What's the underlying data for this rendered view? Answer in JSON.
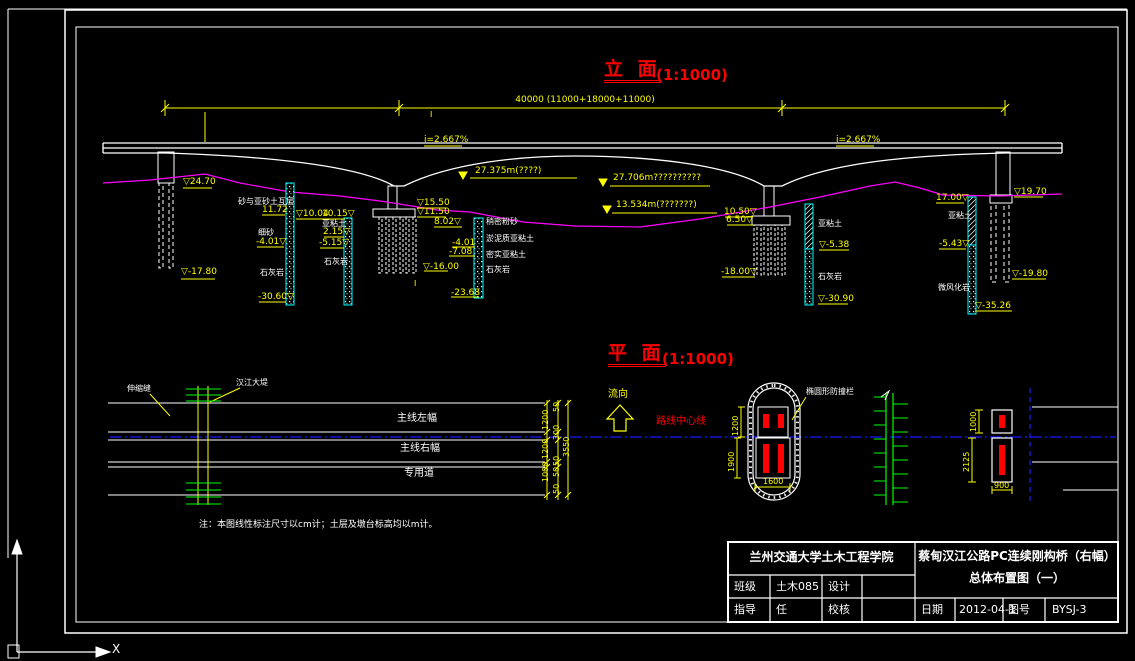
{
  "colors": {
    "background": "#000000",
    "line": "#ffffff",
    "dim": "#ffff00",
    "accent": "#ff0000",
    "terrain": "#ff00ff",
    "borehole": "#00ffff",
    "levee": "#00ff00",
    "centerline": "#1a1aff"
  },
  "elevation": {
    "title": "立 面",
    "scale": "(1:1000)",
    "overall_dim": "40000 (11000+18000+11000)",
    "slope_left": "i=2.667%",
    "slope_right": "i=2.667%",
    "section_mark_top": "Ⅰ",
    "section_mark_bottom": "Ⅰ",
    "water_level_1": "27.375m(????)",
    "water_level_2": "27.706m??????????",
    "water_level_3": "13.534m(???????)",
    "abutment_left_top": "▽24.70",
    "abutment_left_pile": "▽-17.80",
    "bh1_soil1": "砂与亚砂土互层",
    "bh1_elev1": "11.72",
    "bh1_elev2": "▽10.04",
    "bh1_elev3": "10.15▽",
    "bh1_soil2": "亚粘土",
    "bh1_elev4": "2.15▽",
    "bh1_soil3": "细砂",
    "bh1_elev5": "-4.01▽",
    "bh1_elev6": "-5.15▽",
    "bh1_soil4": "石灰岩",
    "bh1_soil5": "石灰岩",
    "bh1_elev7": "-30.60▽",
    "pier1_cap_top": "▽15.50",
    "pier1_cap_bot": "▽11.50",
    "bh2_elev1": "8.02▽",
    "bh2_soil1": "稍密粉砂",
    "bh2_soil2": "淤泥质亚粘土",
    "bh2_elev2": "-4.01",
    "bh2_elev3": "-7.08",
    "bh2_soil3": "密实亚粘土",
    "bh2_elev4": "▽-16.00",
    "bh2_soil4": "石灰岩",
    "bh2_elev5": "-23.68",
    "pier2_cap_top": "10.50▽",
    "pier2_cap_bot": "6.50▽",
    "pier2_pile": "-18.00▽",
    "bh3_soil1": "亚粘土",
    "bh3_elev1": "▽-5.38",
    "bh3_soil2": "石灰岩",
    "bh3_elev2": "▽-30.90",
    "bh4_top": "17.00▽",
    "bh4_soil1": "亚粘土",
    "bh4_elev1": "-5.43▽",
    "bh4_soil2": "微风化岩",
    "bh4_elev2": "▽-35.26",
    "abutment_right_top": "▽19.70",
    "abutment_right_pile": "▽-19.80"
  },
  "plan": {
    "title": "平 面",
    "scale": "(1:1000)",
    "flow_label": "流向",
    "centerline_label": "路线中心线",
    "expansion_joint_label": "伸缩缝",
    "levee_label": "汉江大堤",
    "lane_left": "主线左幅",
    "lane_right": "主线右幅",
    "lane_aux": "专用道",
    "barrier_label": "椭圆形防撞栏",
    "dim_1200": "1200",
    "dim_1900": "1900",
    "dim_1600": "1600",
    "dim_1000": "1000",
    "dim_2125": "2125",
    "dim_900": "900",
    "stack_50a": "50",
    "stack_1200a": "1200",
    "stack_300": "300",
    "stack_3550": "3550",
    "stack_1200b": "1200",
    "stack_50b": "50",
    "stack_50c": "50",
    "stack_1000": "1000",
    "stack_50d": "50"
  },
  "note": "注：本图线性标注尺寸以cm计；土层及墩台标高均以m计。",
  "title_block": {
    "school": "兰州交通大学土木工程学院",
    "class_label": "班级",
    "class_value": "土木085",
    "design_label": "设计",
    "design_value": "",
    "advisor_label": "指导",
    "advisor_value": "任",
    "check_label": "校核",
    "check_value": "",
    "project_line1": "蔡甸汉江公路PC连续刚构桥（右幅）",
    "project_line2": "总体布置图（一）",
    "date_label": "日期",
    "date_value": "2012-04-1",
    "no_label": "图号",
    "no_value": "BYSJ-3"
  },
  "ucs": {
    "x_label": "X"
  }
}
